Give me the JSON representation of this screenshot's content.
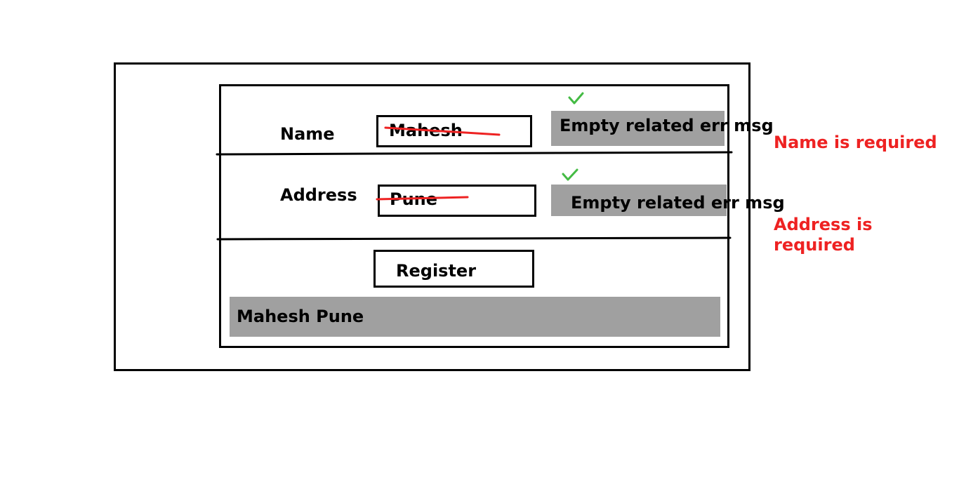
{
  "form": {
    "name_label": "Name",
    "address_label": "Address",
    "name_value": "Mahesh",
    "address_value": "Pune",
    "register_label": "Register",
    "output_text": "Mahesh Pune"
  },
  "errors": {
    "name_error_placeholder": "Empty related err msg",
    "address_error_placeholder": "Empty related err msg"
  },
  "annotations": {
    "name_required": "Name is required",
    "address_required_line1": "Address is",
    "address_required_line2": "required"
  },
  "colors": {
    "strike": "#ee2222",
    "check": "#44bb44",
    "error_box": "#a0a0a0",
    "note_text": "#ee2222"
  }
}
